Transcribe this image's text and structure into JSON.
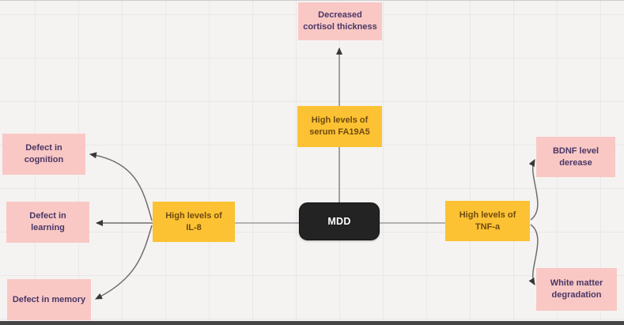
{
  "colors": {
    "canvas_bg": "#F4F3F2",
    "grid_line": "#E9E8E6",
    "node_pink_bg": "#F9C8C5",
    "node_pink_text": "#4A3766",
    "node_yellow_bg": "#FCC233",
    "node_yellow_text": "#6F4A10",
    "node_black_bg": "#232323",
    "node_black_text": "#FFFFFF",
    "connector_line": "#9E9E9E",
    "curve_line": "#6E6E6E",
    "arrowhead": "#383838",
    "bottom_border": "#454545"
  },
  "nodes": {
    "mdd": {
      "label": "MDD",
      "type": "central"
    },
    "fa19a5": {
      "label": "High levels of\nserum FA19A5",
      "type": "cause"
    },
    "cortisol": {
      "label": "Decreased\ncortisol thickness",
      "type": "effect"
    },
    "il8": {
      "label": "High levels of\nIL-8",
      "type": "cause"
    },
    "cognition": {
      "label": "Defect in\ncognition",
      "type": "effect"
    },
    "learning": {
      "label": "Defect in\nlearning",
      "type": "effect"
    },
    "memory": {
      "label": "Defect in memory",
      "type": "effect"
    },
    "tnfa": {
      "label": "High levels of\nTNF-a",
      "type": "cause"
    },
    "bdnf": {
      "label": "BDNF level\nderease",
      "type": "effect"
    },
    "white_matter": {
      "label": "White matter\ndegradation",
      "type": "effect"
    }
  },
  "edges": [
    {
      "from": "MDD",
      "to": "High levels of serum FA19A5",
      "arrow": false
    },
    {
      "from": "High levels of serum FA19A5",
      "to": "Decreased cortisol thickness",
      "arrow": true
    },
    {
      "from": "MDD",
      "to": "High levels of IL-8",
      "arrow": false
    },
    {
      "from": "High levels of IL-8",
      "to": "Defect in cognition",
      "arrow": true
    },
    {
      "from": "High levels of IL-8",
      "to": "Defect in learning",
      "arrow": true
    },
    {
      "from": "High levels of IL-8",
      "to": "Defect in memory",
      "arrow": true
    },
    {
      "from": "MDD",
      "to": "High levels of TNF-a",
      "arrow": false
    },
    {
      "from": "High levels of TNF-a",
      "to": "BDNF level derease",
      "arrow": true
    },
    {
      "from": "High levels of TNF-a",
      "to": "White matter degradation",
      "arrow": true
    }
  ]
}
